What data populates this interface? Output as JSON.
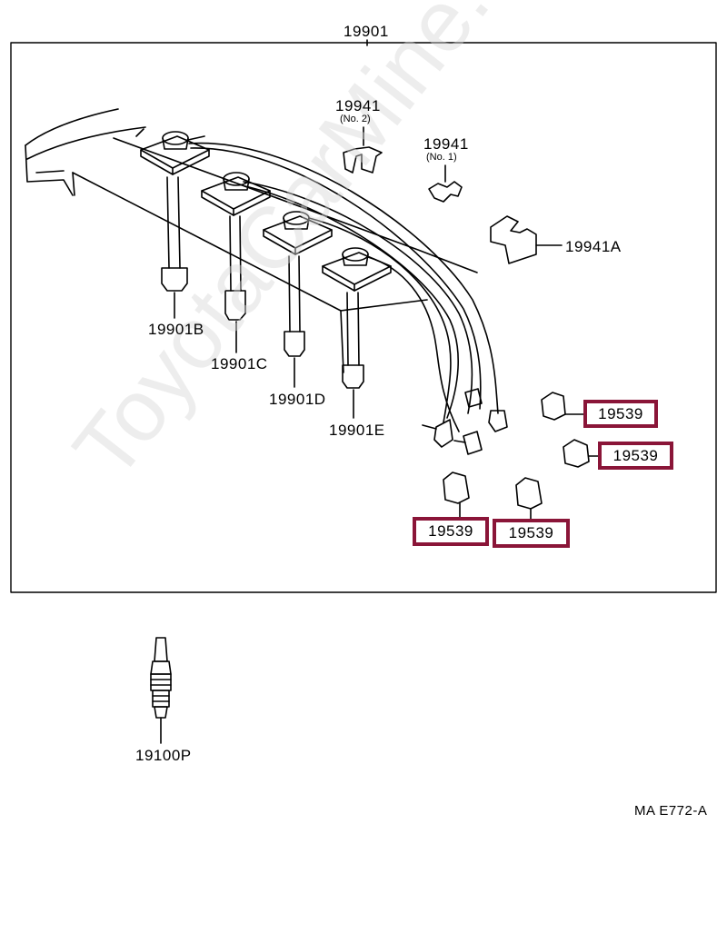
{
  "labels": {
    "assembly": "19901",
    "clamp2": "19941",
    "clamp2_sub": "(No. 2)",
    "clamp1": "19941",
    "clamp1_sub": "(No. 1)",
    "clampA": "19941A",
    "cordB": "19901B",
    "cordC": "19901C",
    "cordD": "19901D",
    "cordE": "19901E",
    "sparkplug": "19100P",
    "figure_code": "MA  E772-A"
  },
  "highlighted_parts": [
    {
      "label": "19539"
    },
    {
      "label": "19539"
    },
    {
      "label": "19539"
    },
    {
      "label": "19539"
    }
  ],
  "watermark": "ToyotaCarMine.ru",
  "colors": {
    "highlight": "#8a1538",
    "line": "#000000",
    "watermark": "#d9d9d9"
  }
}
